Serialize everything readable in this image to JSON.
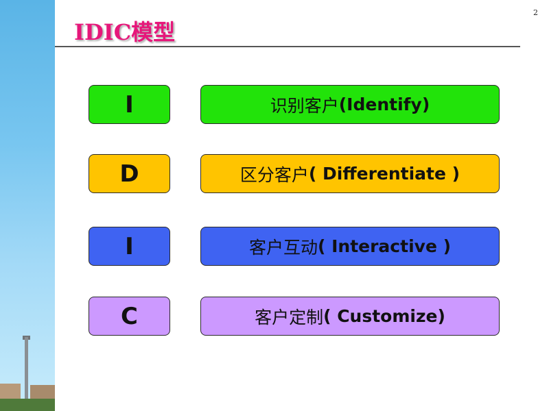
{
  "slide": {
    "title": "IDIC模型",
    "page_number": "2"
  },
  "colors": {
    "title": "#e6177a",
    "green": "#22e30a",
    "gold": "#ffc400",
    "blue": "#3f63f2",
    "violet": "#cc99ff"
  },
  "rows": [
    {
      "letter": "I",
      "cn": "识别客户",
      "en": "(Identify)",
      "color": "#22e30a"
    },
    {
      "letter": "D",
      "cn": "区分客户",
      "en": "( Differentiate )",
      "color": "#ffc400"
    },
    {
      "letter": "I",
      "cn": "客户互动",
      "en": "( Interactive )",
      "color": "#3f63f2"
    },
    {
      "letter": "C",
      "cn": "客户定制",
      "en": "( Customize)",
      "color": "#cc99ff"
    }
  ]
}
